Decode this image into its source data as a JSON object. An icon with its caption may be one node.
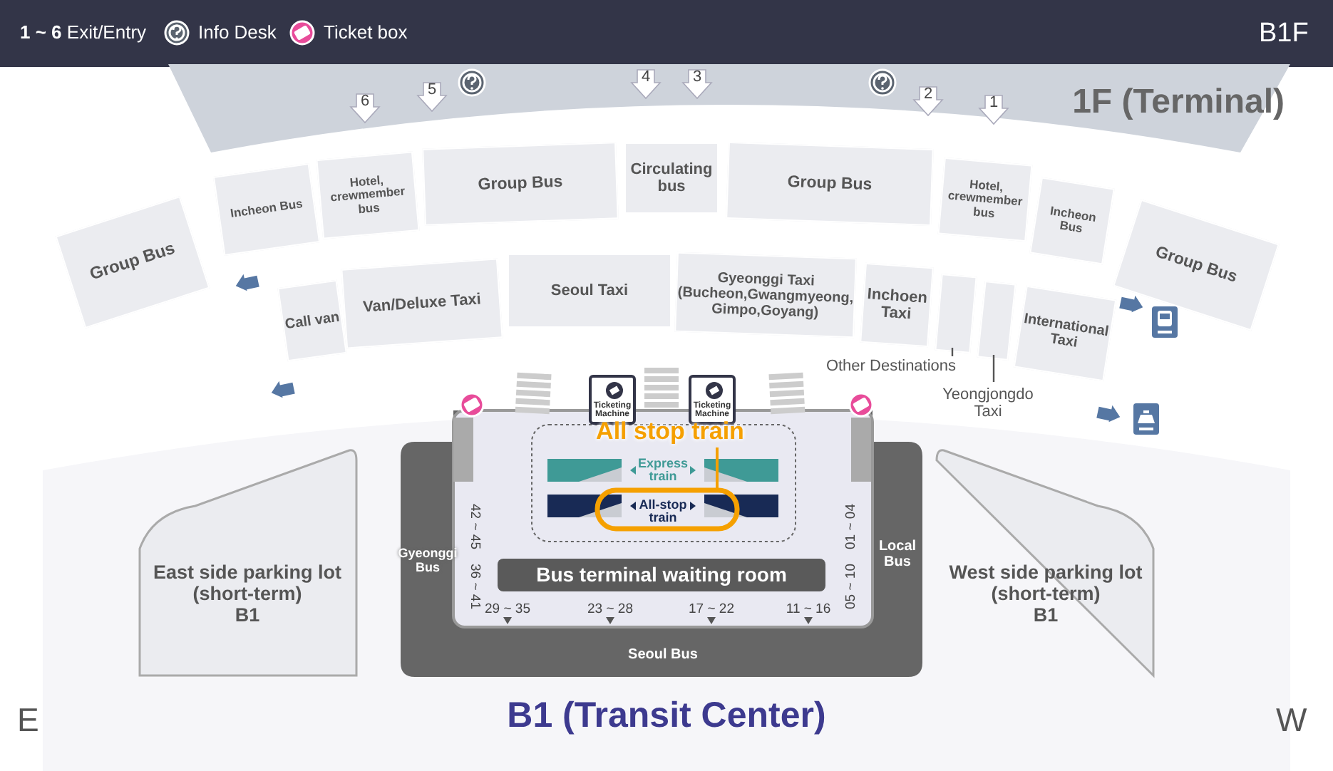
{
  "diagram": {
    "title": "B1 (Transit Center)",
    "nodes": [
      {
        "text": [
          "1F (Terminal)"
        ]
      },
      {
        "text": [
          "Group Bus"
        ]
      },
      {
        "text": [
          "Incheon Bus"
        ]
      },
      {
        "text": [
          "Hotel, crewmember bus"
        ]
      },
      {
        "text": [
          "Group Bus"
        ]
      },
      {
        "text": [
          "Circulating bus"
        ]
      },
      {
        "text": [
          "Group Bus"
        ]
      },
      {
        "text": [
          "Hotel, crewmember bus"
        ]
      },
      {
        "text": [
          "Incheon Bus"
        ]
      },
      {
        "text": [
          "Group Bus"
        ]
      },
      {
        "text": [
          "Call van"
        ]
      },
      {
        "text": [
          "Van/Deluxe Taxi"
        ]
      },
      {
        "text": [
          "Seoul Taxi"
        ]
      },
      {
        "text": [
          "Gyeonggi Taxi (Bucheon,Gwangmyeong, Gimpo,Goyang)"
        ]
      },
      {
        "text": [
          "Inchoen Taxi"
        ]
      },
      {
        "text": [],
        "shape": "box"
      },
      {
        "text": [],
        "shape": "box"
      },
      {
        "text": [
          "International Taxi"
        ]
      },
      {
        "text": [
          "Other Destinations"
        ]
      },
      {
        "text": [
          "Yeongjongdo Taxi"
        ]
      },
      {
        "text": [
          "Ticketing Machine"
        ]
      },
      {
        "text": [
          "Ticketing Machine"
        ]
      },
      {
        "text": [
          "Gyeonggi Bus"
        ]
      },
      {
        "text": [
          "Local Bus"
        ]
      },
      {
        "text": [
          "Seoul Bus"
        ]
      },
      {
        "text": [
          "Express train"
        ]
      },
      {
        "text": [
          "All-stop train"
        ]
      },
      {
        "text": [
          "All stop train"
        ]
      },
      {
        "text": [
          "Bus terminal waiting room"
        ]
      },
      {
        "text": [
          "East side parking lot (short-term)",
          "B1"
        ]
      },
      {
        "text": [
          "West side parking lot (short-term)",
          "B1"
        ]
      }
    ],
    "edges": [
      {
        "from": 18,
        "to": 15,
        "arrow": "none"
      },
      {
        "from": 19,
        "to": 16,
        "arrow": "none"
      },
      {
        "from": 27,
        "to": 26,
        "arrow": "none",
        "color": "#f5a000"
      }
    ],
    "labels": [
      "B1F",
      "6",
      "5",
      "4",
      "3",
      "2",
      "1",
      "42 ~ 45",
      "36 ~ 41",
      "01 ~ 04",
      "05 ~ 10",
      "29 ~ 35",
      "23 ~ 28",
      "17 ~ 22",
      "11 ~ 16",
      "E",
      "W"
    ],
    "legend": [
      {
        "text": "**1 ~ 6** Exit/Entry"
      },
      {
        "text": "Info Desk"
      },
      {
        "text": "Ticket box"
      }
    ]
  }
}
